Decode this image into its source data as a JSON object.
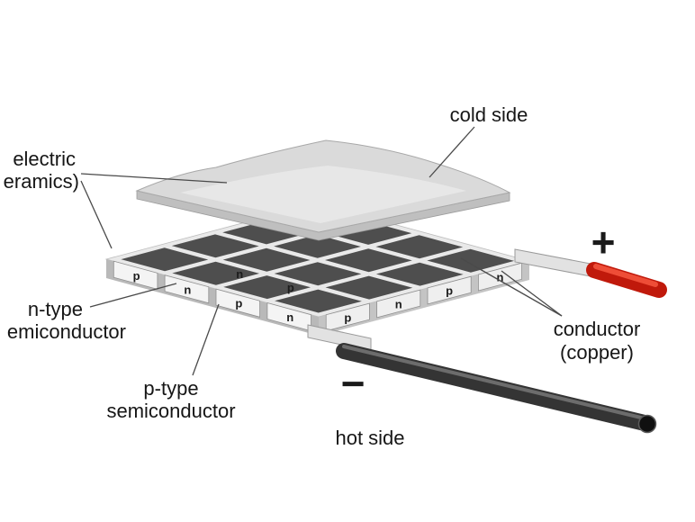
{
  "labels": {
    "cold_side": "cold side",
    "hot_side": "hot side",
    "ceramic_line1": "electric",
    "ceramic_line2": "eramics)",
    "n_type_line1": "n-type",
    "n_type_line2": "emiconductor",
    "p_type_line1": "p-type",
    "p_type_line2": "semiconductor",
    "conductor_line1": "conductor",
    "conductor_line2": "(copper)",
    "plus_sign": "+",
    "minus_sign": "−"
  },
  "pellets": {
    "front_left": [
      "p",
      "n",
      "p",
      "n"
    ],
    "front_right": [
      "p",
      "n",
      "p",
      "n"
    ],
    "interior": [
      "n",
      "p"
    ]
  },
  "colors": {
    "copper_pad": "#4e4e4e",
    "wire_positive": "#c0190b",
    "wire_positive_highlight": "#f4533c",
    "wire_negative": "#343434",
    "ceramic_plate": "#dadada"
  }
}
